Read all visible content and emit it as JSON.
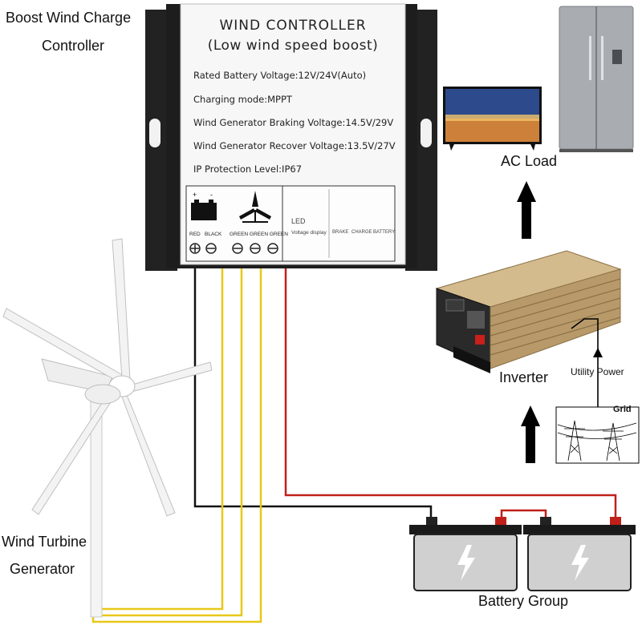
{
  "labels": {
    "controller_caption_line1": "Boost Wind Charge",
    "controller_caption_line2": "Controller",
    "ac_load": "AC Load",
    "inverter": "Inverter",
    "utility_power": "Utility Power",
    "grid": "Grid",
    "turbine_caption_line1": "Wind Turbine",
    "turbine_caption_line2": "Generator",
    "battery_group": "Battery Group"
  },
  "controller": {
    "title": "WIND CONTROLLER",
    "subtitle": "(Low wind speed  boost)",
    "specs": [
      "Rated Battery Voltage:12V/24V(Auto)",
      "Charging mode:MPPT",
      "Wind Generator Braking Voltage:14.5V/29V",
      "Wind Generator Recover Voltage:13.5V/27V",
      "IP Protection Level:IP67"
    ],
    "terminals": {
      "red": "RED",
      "black": "BLACK",
      "green_labels": "GREEN GREEN GREEN",
      "led": "LED",
      "voltage_display": "Voltage display",
      "brake": "BRAKE",
      "charge": "CHARGE",
      "battery": "BATTERY",
      "plus": "+",
      "minus": "-"
    }
  },
  "colors": {
    "wire_red": "#c0201a",
    "wire_black": "#111111",
    "wire_yellow": "#e8c818",
    "arrow": "#000000",
    "controller_body": "#1d1d1d",
    "inverter_body": "#b89a6a",
    "battery_body": "#d0d0d0"
  }
}
